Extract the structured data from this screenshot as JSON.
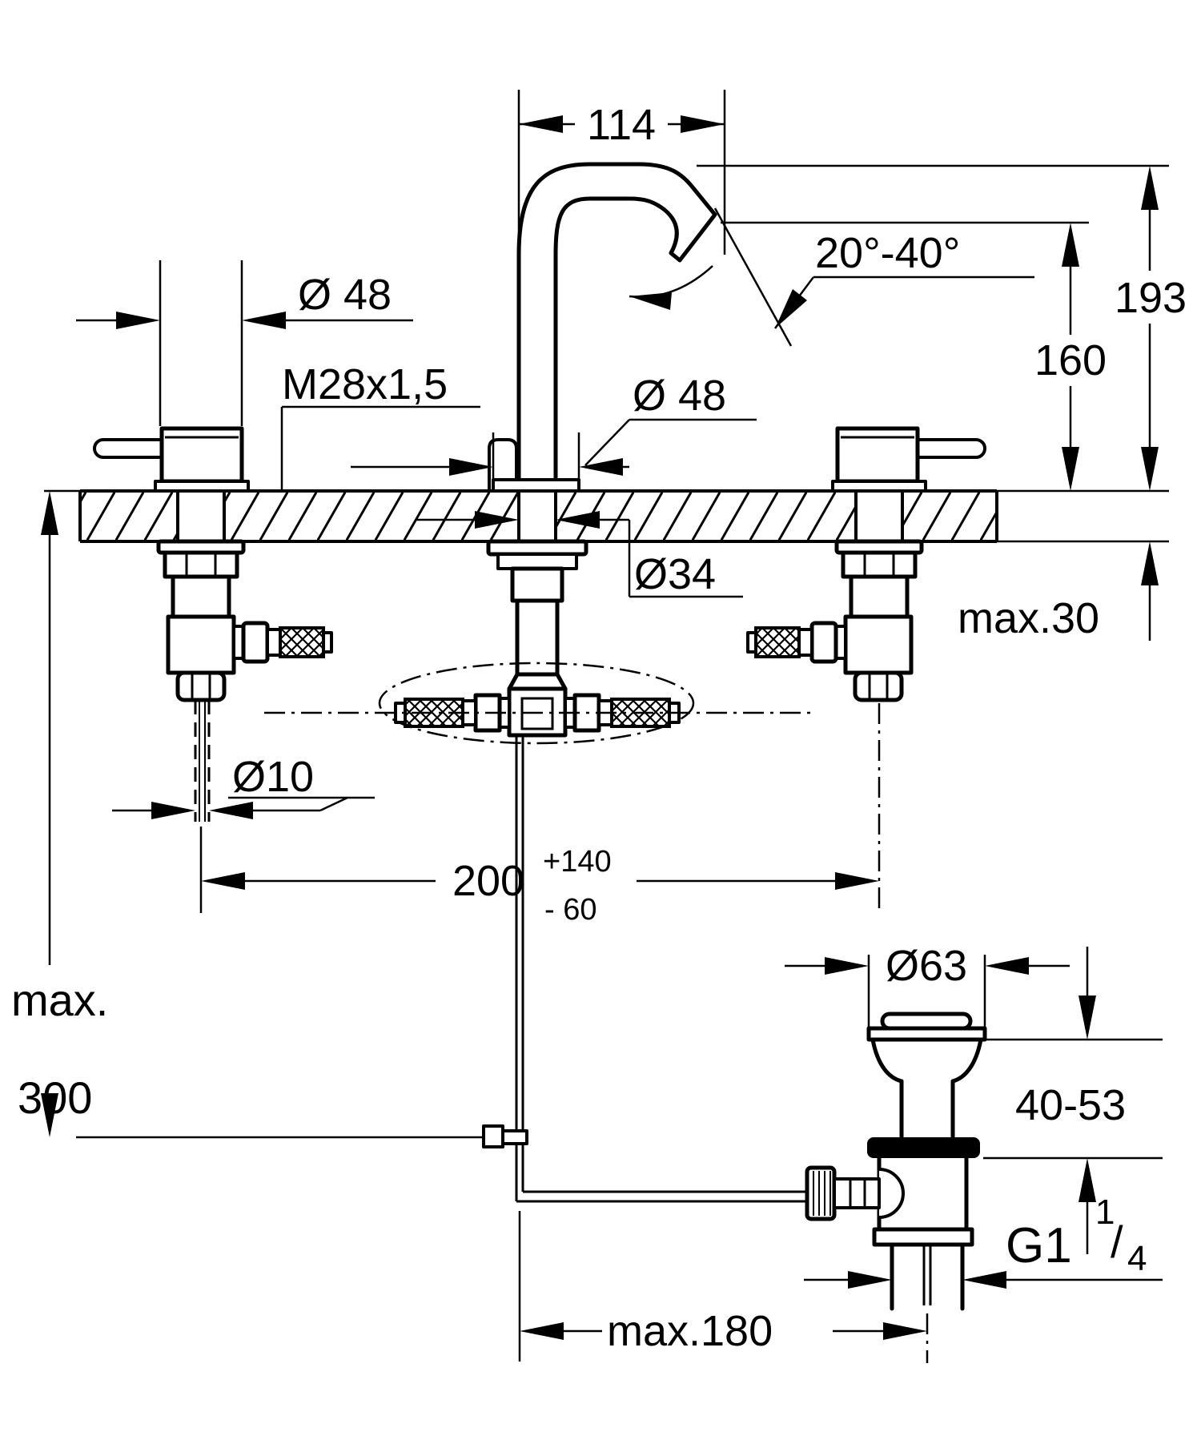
{
  "drawing": {
    "type": "technical dimensional drawing",
    "subject": "3-hole basin mixer with pop-up waste",
    "units": "mm",
    "line_color": "#000000",
    "background_color": "#ffffff"
  },
  "labels": {
    "spout_reach": "114",
    "spout_swivel_angle": "20°-40°",
    "spout_top_height": "193",
    "spout_outlet_height": "160",
    "handle_escutcheon_diameter": "Ø 48",
    "handle_thread": "M28x1,5",
    "spout_escutcheon_diameter": "Ø 48",
    "deck_hole_diameter": "Ø34",
    "deck_thickness_max": "max.30",
    "supply_pipe_diameter": "Ø10",
    "hole_spacing_nominal": "200",
    "hole_spacing_tol_plus": "+140",
    "hole_spacing_tol_minus": "- 60",
    "rod_length_max_line1": "max.",
    "rod_length_max_line2": "300",
    "waste_flange_diameter": "Ø63",
    "waste_deck_range": "40-53",
    "waste_thread_main": "G1",
    "waste_thread_numerator": "1",
    "waste_thread_slash": "/",
    "waste_thread_denominator": "4",
    "rod_to_waste_max": "max.180"
  }
}
